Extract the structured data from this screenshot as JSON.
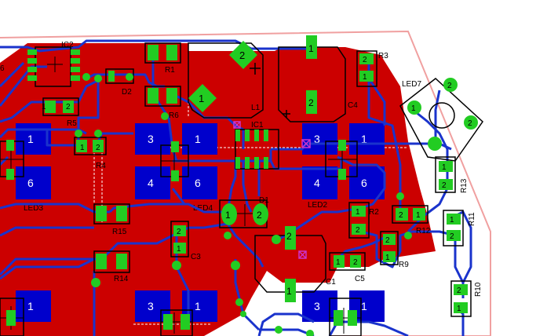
{
  "view": {
    "name": "pcb-layout-editor",
    "background": "#ffffff"
  },
  "colors": {
    "board_outline": "#f0a0a0",
    "top_copper": "#cc0000",
    "bottom_copper": "#0000cc",
    "trace": "#1a33cc",
    "pad": "#22cc22",
    "silkscreen": "#000000",
    "via_marker": "#cc33cc"
  },
  "labels": {
    "ic2": "IC2",
    "r6": "6",
    "r1": "R1",
    "r3": "R3",
    "d2": "D2",
    "led7": "LED7",
    "l1": "L1",
    "c4": "C4",
    "r5": "R5",
    "r6b": "R6",
    "ic1": "IC1",
    "r4": "R4",
    "r13": "R13",
    "led3": "LED3",
    "led4": "LED4",
    "led2": "LED2",
    "d1": "D1",
    "r2": "R2",
    "r11": "R11",
    "r12": "R12",
    "r15": "R15",
    "c3": "C3",
    "r9": "R9",
    "r14": "R14",
    "c5": "C5",
    "c1": "C1",
    "r10": "R10"
  },
  "pad_numbers": {
    "one": "1",
    "two": "2",
    "three": "3",
    "four": "4",
    "six": "6"
  }
}
